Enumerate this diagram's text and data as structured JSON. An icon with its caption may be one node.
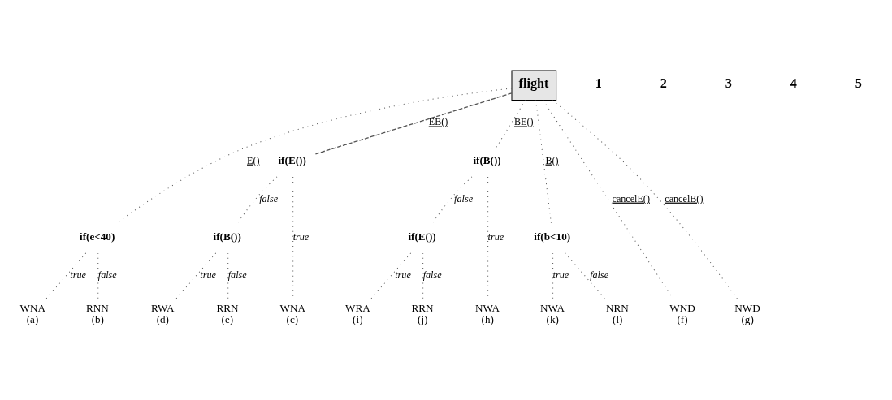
{
  "diagram": {
    "nodes": [
      {
        "text": [
          "flight"
        ]
      },
      {
        "text": [
          "if(e<40)"
        ]
      },
      {
        "text": [
          "if(E())"
        ]
      },
      {
        "text": [
          "if(B())"
        ]
      },
      {
        "text": [
          "if(b<10)"
        ]
      },
      {
        "text": [
          "if(B())"
        ]
      },
      {
        "text": [
          "if(E())"
        ]
      },
      {
        "text": [
          "WNA",
          "(a)"
        ]
      },
      {
        "text": [
          "RNN",
          "(b)"
        ]
      },
      {
        "text": [
          "WNA",
          "(c)"
        ]
      },
      {
        "text": [
          "RWA",
          "(d)"
        ]
      },
      {
        "text": [
          "RRN",
          "(e)"
        ]
      },
      {
        "text": [
          "WND",
          "(f)"
        ]
      },
      {
        "text": [
          "NWD",
          "(g)"
        ]
      },
      {
        "text": [
          "NWA",
          "(h)"
        ]
      },
      {
        "text": [
          "WRA",
          "(i)"
        ]
      },
      {
        "text": [
          "RRN",
          "(j)"
        ]
      },
      {
        "text": [
          "NWA",
          "(k)"
        ]
      },
      {
        "text": [
          "NRN",
          "(l)"
        ]
      }
    ],
    "edges": [
      {
        "from": 0,
        "to": 1,
        "arrow": "none",
        "label": "E()"
      },
      {
        "from": 0,
        "to": 2,
        "arrow": "none",
        "label": "EB()",
        "style": "dashed"
      },
      {
        "from": 0,
        "to": 12,
        "arrow": "none",
        "label": "cancelE()"
      },
      {
        "from": 0,
        "to": 13,
        "arrow": "none",
        "label": "cancelB()"
      },
      {
        "from": 0,
        "to": 3,
        "arrow": "none",
        "label": "BE()"
      },
      {
        "from": 0,
        "to": 4,
        "arrow": "none",
        "label": "B()"
      },
      {
        "from": 1,
        "to": 7,
        "arrow": "none",
        "label": "true"
      },
      {
        "from": 1,
        "to": 8,
        "arrow": "none",
        "label": "false"
      },
      {
        "from": 2,
        "to": 9,
        "arrow": "none",
        "label": "true"
      },
      {
        "from": 2,
        "to": 5,
        "arrow": "none",
        "label": "false"
      },
      {
        "from": 5,
        "to": 10,
        "arrow": "none",
        "label": "true"
      },
      {
        "from": 5,
        "to": 11,
        "arrow": "none",
        "label": "false"
      },
      {
        "from": 3,
        "to": 14,
        "arrow": "none",
        "label": "true"
      },
      {
        "from": 3,
        "to": 6,
        "arrow": "none",
        "label": "false"
      },
      {
        "from": 6,
        "to": 15,
        "arrow": "none",
        "label": "true"
      },
      {
        "from": 6,
        "to": 16,
        "arrow": "none",
        "label": "false"
      },
      {
        "from": 4,
        "to": 17,
        "arrow": "none",
        "label": "true"
      },
      {
        "from": 4,
        "to": 18,
        "arrow": "none",
        "label": "false"
      }
    ],
    "labels": [
      "1",
      "2",
      "3",
      "4",
      "5"
    ]
  }
}
